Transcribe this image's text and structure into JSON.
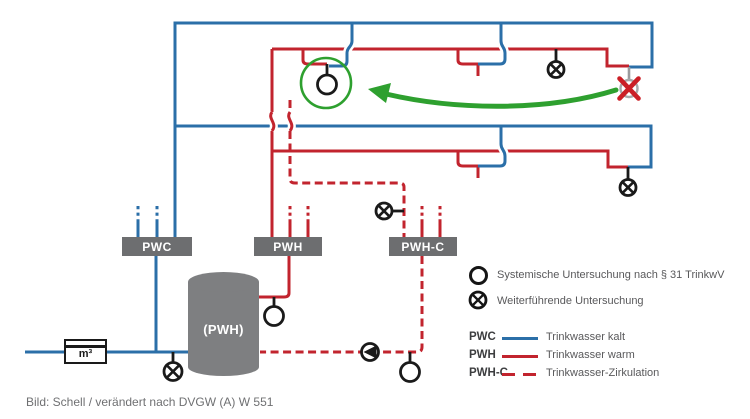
{
  "diagram": {
    "boxes": {
      "pwc": "PWC",
      "pwh": "PWH",
      "pwhc": "PWH-C"
    },
    "tank_label": "(PWH)",
    "meter_label": "m³"
  },
  "legend": {
    "systemic_label": "Systemische Untersuchung nach § 31 TrinkwV",
    "extended_label": "Weiterführende Untersuchung",
    "lines": [
      {
        "label": "PWC",
        "desc": "Trinkwasser kalt"
      },
      {
        "label": "PWH",
        "desc": "Trinkwasser warm"
      },
      {
        "label": "PWH-C",
        "desc": "Trinkwasser-Zirkulation"
      }
    ]
  },
  "caption": "Bild: Schell / verändert nach DVGW (A) W 551",
  "colors": {
    "pwc-blue": "#2b6fa8",
    "pwh-red": "#c2242e",
    "highlight-green": "#2ea02f",
    "box-gray": "#6d6e70",
    "tank-gray": "#7e7f81"
  }
}
